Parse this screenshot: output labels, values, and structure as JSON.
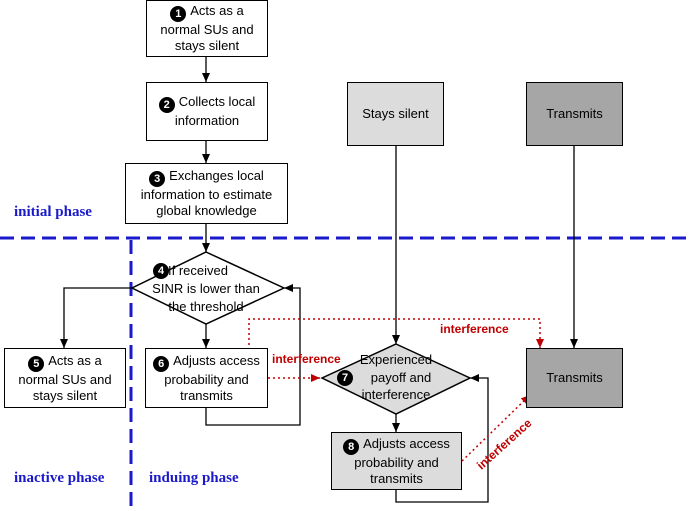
{
  "nodes": {
    "n1": {
      "num": "1",
      "text": "Acts as a normal SUs and stays silent"
    },
    "n2": {
      "num": "2",
      "text": "Collects local information"
    },
    "n3": {
      "num": "3",
      "text": "Exchanges local information to estimate global knowledge"
    },
    "n4": {
      "num": "4",
      "line1": "If received",
      "line2": "SINR is lower than",
      "line3": "the threshold"
    },
    "n5": {
      "num": "5",
      "text": "Acts as a normal SUs and stays silent"
    },
    "n6": {
      "num": "6",
      "text": "Adjusts access probability and transmits"
    },
    "n7": {
      "num": "7",
      "line1": "Experienced",
      "line2": "payoff and",
      "line3": "interference"
    },
    "n8": {
      "num": "8",
      "text": "Adjusts access probability and transmits"
    },
    "stays_silent": {
      "text": "Stays silent"
    },
    "transmits_top": {
      "text": "Transmits"
    },
    "transmits_right": {
      "text": "Transmits"
    }
  },
  "phases": {
    "initial": "initial phase",
    "inactive": "inactive phase",
    "induing": "induing phase"
  },
  "edge_labels": {
    "interference_top": "interference",
    "interference_mid": "interference",
    "interference_diag": "interference"
  },
  "colors": {
    "phase_line": "#1a1acc",
    "interference": "#c00000",
    "light_gray": "#dcdcdc",
    "dark_gray": "#a6a6a6"
  }
}
